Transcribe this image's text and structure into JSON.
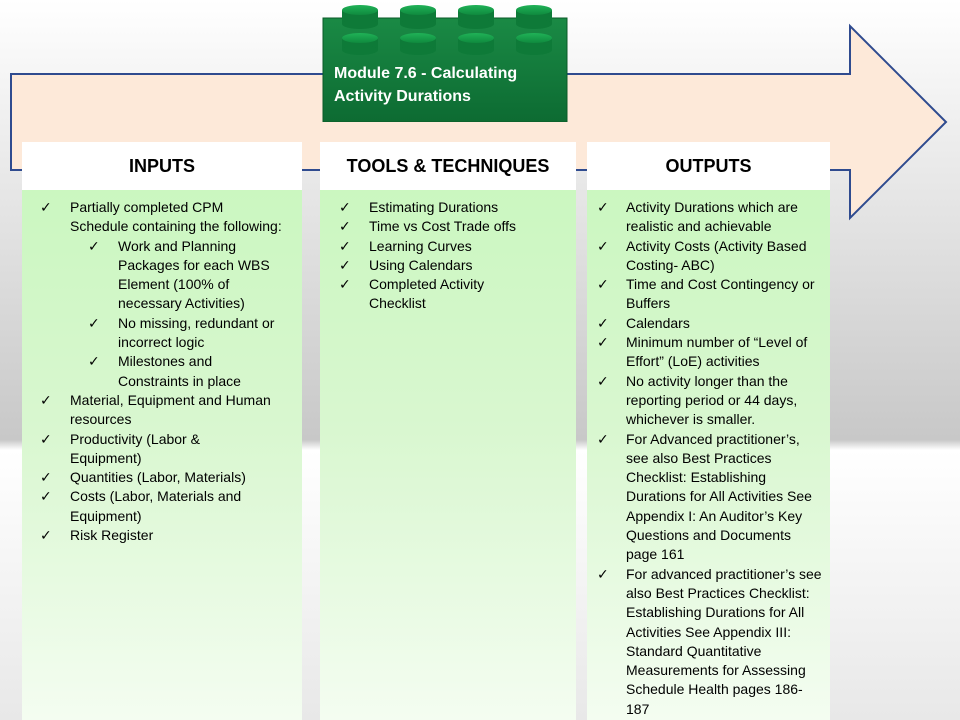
{
  "module": {
    "title_line1": "Module 7.6 - Calculating",
    "title_line2": "Activity Durations"
  },
  "columns": {
    "inputs": {
      "header": "INPUTS",
      "items": [
        "Partially completed CPM Schedule containing the following:",
        "Work and Planning Packages for each WBS Element (100% of necessary Activities)",
        "No missing, redundant or incorrect logic",
        "Milestones and Constraints in place",
        "Material, Equipment and Human resources",
        "Productivity  (Labor & Equipment)",
        "Quantities (Labor, Materials)",
        "Costs (Labor, Materials and Equipment)",
        "Risk Register"
      ]
    },
    "tools": {
      "header": "TOOLS  &  TECHNIQUES",
      "items": [
        "Estimating Durations",
        "Time vs Cost Trade offs",
        "Learning Curves",
        "Using Calendars",
        "Completed Activity Checklist"
      ]
    },
    "outputs": {
      "header": "OUTPUTS",
      "items": [
        "Activity Durations which are realistic and achievable",
        "Activity Costs (Activity Based Costing- ABC)",
        "Time and Cost Contingency or Buffers",
        "Calendars",
        "Minimum  number  of  “Level  of Effort” (LoE) activities",
        "No activity longer than the reporting period or 44 days, whichever is smaller.",
        "For Advanced practitioner’s, see also Best Practices Checklist: Establishing Durations for  All Activities See Appendix I: An Auditor’s Key Questions and Documents page 161",
        "For advanced practitioner’s see also Best Practices Checklist: Establishing Durations for All Activities See  Appendix III: Standard Quantitative Measurements for Assessing Schedule Health pages 186-187"
      ]
    }
  },
  "check_glyph": "✓",
  "colors": {
    "arrow_fill": "#fde9d9",
    "arrow_stroke": "#2f4b8f",
    "brick": "#0f7a3a",
    "stud": "#15a04a",
    "column_green": "#c8f7bd"
  }
}
